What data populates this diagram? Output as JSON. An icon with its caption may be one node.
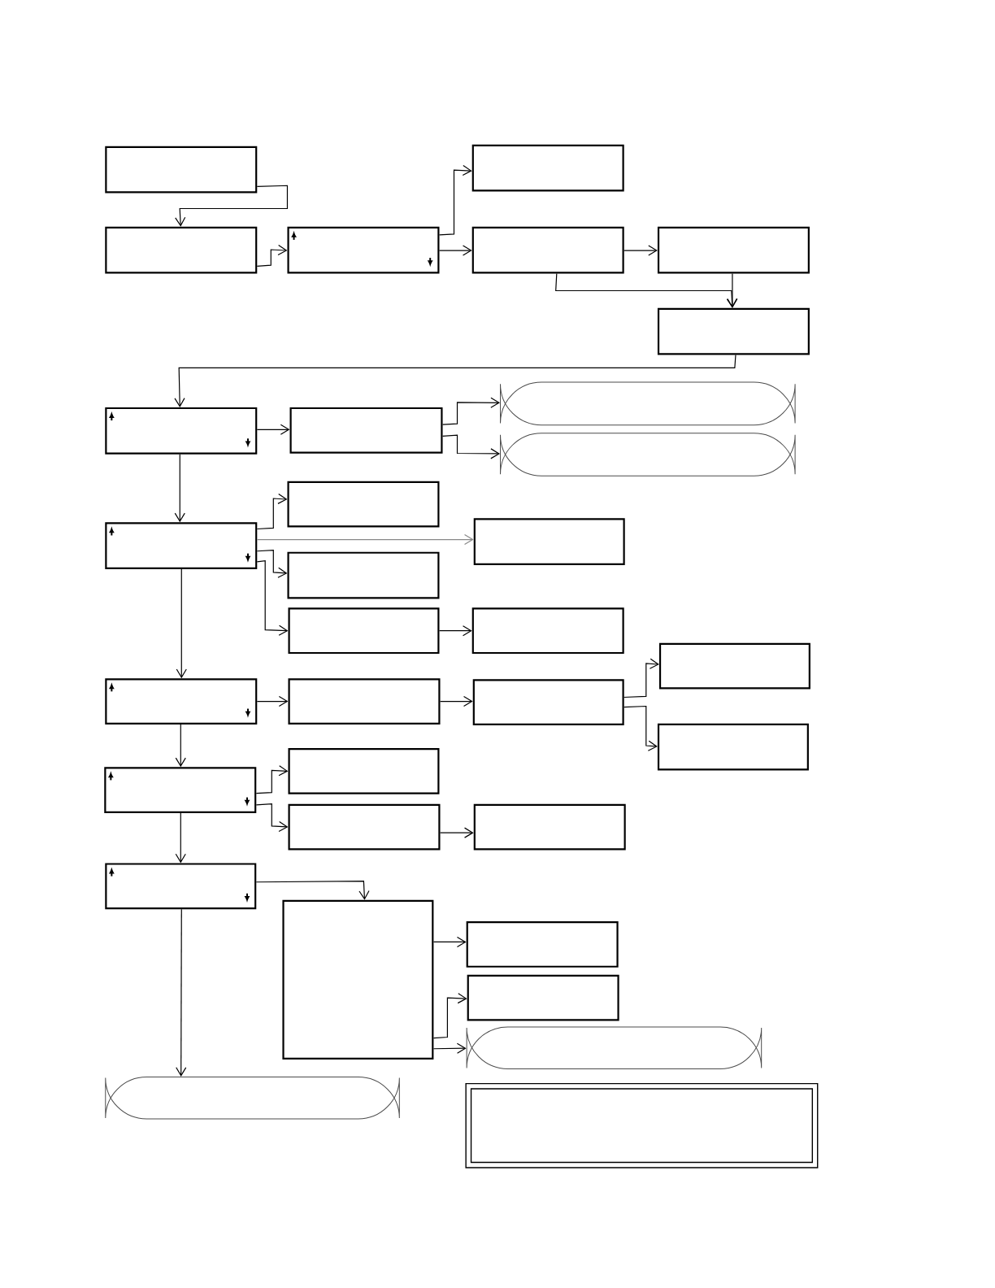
{
  "diagram": {
    "nodes": [
      {
        "text": [],
        "shape": "box"
      },
      {
        "text": [],
        "shape": "box"
      },
      {
        "text": [],
        "shape": "box"
      },
      {
        "text": [],
        "shape": "box"
      },
      {
        "text": [],
        "shape": "box"
      },
      {
        "text": [],
        "shape": "box"
      },
      {
        "text": [],
        "shape": "box"
      },
      {
        "text": [],
        "shape": "box"
      },
      {
        "text": [],
        "shape": "box"
      },
      {
        "text": [],
        "shape": "pill"
      },
      {
        "text": [],
        "shape": "pill"
      },
      {
        "text": [],
        "shape": "box"
      },
      {
        "text": [],
        "shape": "box"
      },
      {
        "text": [],
        "shape": "box"
      },
      {
        "text": [],
        "shape": "box"
      },
      {
        "text": [],
        "shape": "box"
      },
      {
        "text": [],
        "shape": "box"
      },
      {
        "text": [],
        "shape": "box"
      },
      {
        "text": [],
        "shape": "box"
      },
      {
        "text": [],
        "shape": "box"
      },
      {
        "text": [],
        "shape": "box"
      },
      {
        "text": [],
        "shape": "box"
      },
      {
        "text": [],
        "shape": "box"
      },
      {
        "text": [],
        "shape": "box"
      },
      {
        "text": [],
        "shape": "box"
      },
      {
        "text": [],
        "shape": "box"
      },
      {
        "text": [],
        "shape": "box"
      },
      {
        "text": [],
        "shape": "box"
      },
      {
        "text": [],
        "shape": "box"
      },
      {
        "text": [],
        "shape": "box"
      },
      {
        "text": [],
        "shape": "pill"
      },
      {
        "text": [],
        "shape": "pill"
      },
      {
        "text": [],
        "shape": "frame"
      }
    ],
    "edges": [
      {
        "from": 0,
        "to": 2,
        "arrow": "to"
      },
      {
        "from": 2,
        "to": 3,
        "arrow": "to"
      },
      {
        "from": 3,
        "to": 1,
        "arrow": "to"
      },
      {
        "from": 3,
        "to": 4,
        "arrow": "to"
      },
      {
        "from": 4,
        "to": 5,
        "arrow": "to"
      },
      {
        "from": 4,
        "to": 6,
        "arrow": "to"
      },
      {
        "from": 5,
        "to": 6,
        "arrow": "to"
      },
      {
        "from": 6,
        "to": 7,
        "arrow": "to"
      },
      {
        "from": 7,
        "to": 8,
        "arrow": "to"
      },
      {
        "from": 8,
        "to": 9,
        "arrow": "to"
      },
      {
        "from": 8,
        "to": 10,
        "arrow": "to"
      },
      {
        "from": 7,
        "to": 12,
        "arrow": "to"
      },
      {
        "from": 12,
        "to": 11,
        "arrow": "to"
      },
      {
        "from": 12,
        "to": 13,
        "arrow": "to",
        "color": "#888888"
      },
      {
        "from": 12,
        "to": 14,
        "arrow": "to"
      },
      {
        "from": 12,
        "to": 15,
        "arrow": "to"
      },
      {
        "from": 15,
        "to": 16,
        "arrow": "to"
      },
      {
        "from": 12,
        "to": 18,
        "arrow": "to"
      },
      {
        "from": 18,
        "to": 19,
        "arrow": "to"
      },
      {
        "from": 19,
        "to": 20,
        "arrow": "to"
      },
      {
        "from": 20,
        "to": 17,
        "arrow": "to"
      },
      {
        "from": 20,
        "to": 21,
        "arrow": "to"
      },
      {
        "from": 18,
        "to": 23,
        "arrow": "to"
      },
      {
        "from": 23,
        "to": 22,
        "arrow": "to"
      },
      {
        "from": 23,
        "to": 24,
        "arrow": "to"
      },
      {
        "from": 24,
        "to": 25,
        "arrow": "to"
      },
      {
        "from": 23,
        "to": 26,
        "arrow": "to"
      },
      {
        "from": 26,
        "to": 27,
        "arrow": "to"
      },
      {
        "from": 26,
        "to": 31,
        "arrow": "to"
      },
      {
        "from": 27,
        "to": 28,
        "arrow": "to"
      },
      {
        "from": 27,
        "to": 29,
        "arrow": "to"
      },
      {
        "from": 27,
        "to": 30,
        "arrow": "to"
      }
    ]
  }
}
